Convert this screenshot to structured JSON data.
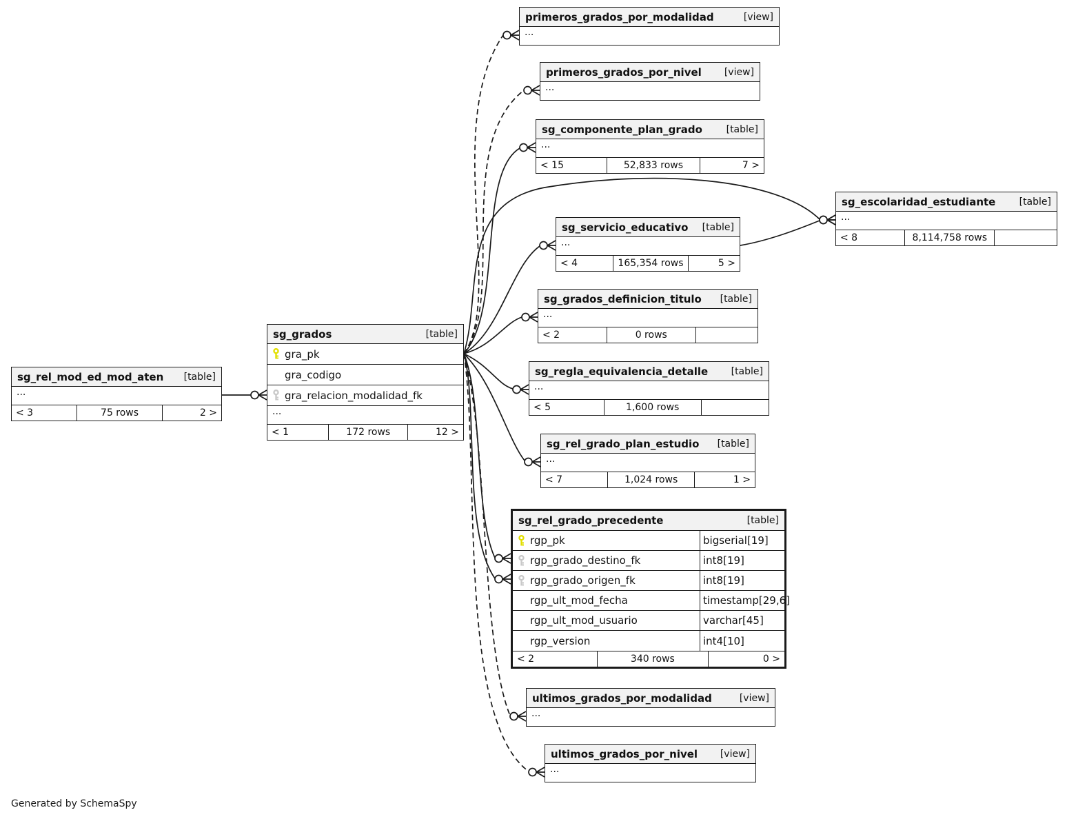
{
  "diagram": {
    "generator_note": "Generated by SchemaSpy",
    "entities": [
      {
        "id": "pgpm",
        "name": "primeros_grados_por_modalidad",
        "tag": "[view]",
        "rows": [
          {
            "type": "ellipsis",
            "text": "..."
          }
        ]
      },
      {
        "id": "pgpn",
        "name": "primeros_grados_por_nivel",
        "tag": "[view]",
        "rows": [
          {
            "type": "ellipsis",
            "text": "..."
          }
        ]
      },
      {
        "id": "scpg",
        "name": "sg_componente_plan_grado",
        "tag": "[table]",
        "rows": [
          {
            "type": "ellipsis",
            "text": "..."
          }
        ],
        "footer": {
          "left": "< 15",
          "center": "52,833 rows",
          "right": "7 >"
        }
      },
      {
        "id": "see",
        "name": "sg_escolaridad_estudiante",
        "tag": "[table]",
        "rows": [
          {
            "type": "ellipsis",
            "text": "..."
          }
        ],
        "footer": {
          "left": "< 8",
          "center": "8,114,758 rows",
          "right": ""
        }
      },
      {
        "id": "sse",
        "name": "sg_servicio_educativo",
        "tag": "[table]",
        "rows": [
          {
            "type": "ellipsis",
            "text": "..."
          }
        ],
        "footer": {
          "left": "< 4",
          "center": "165,354 rows",
          "right": "5 >"
        }
      },
      {
        "id": "sgdt",
        "name": "sg_grados_definicion_titulo",
        "tag": "[table]",
        "rows": [
          {
            "type": "ellipsis",
            "text": "..."
          }
        ],
        "footer": {
          "left": "< 2",
          "center": "0 rows",
          "right": ""
        }
      },
      {
        "id": "sred",
        "name": "sg_regla_equivalencia_detalle",
        "tag": "[table]",
        "rows": [
          {
            "type": "ellipsis",
            "text": "..."
          }
        ],
        "footer": {
          "left": "< 5",
          "center": "1,600 rows",
          "right": ""
        }
      },
      {
        "id": "srgpe",
        "name": "sg_rel_grado_plan_estudio",
        "tag": "[table]",
        "rows": [
          {
            "type": "ellipsis",
            "text": "..."
          }
        ],
        "footer": {
          "left": "< 7",
          "center": "1,024 rows",
          "right": "1 >"
        }
      },
      {
        "id": "srgp",
        "name": "sg_rel_grado_precedente",
        "tag": "[table]",
        "emphasized": true,
        "rows": [
          {
            "type": "column",
            "key": "pk",
            "name": "rgp_pk",
            "datatype": "bigserial[19]"
          },
          {
            "type": "column",
            "key": "fk",
            "name": "rgp_grado_destino_fk",
            "datatype": "int8[19]"
          },
          {
            "type": "column",
            "key": "fk",
            "name": "rgp_grado_origen_fk",
            "datatype": "int8[19]"
          },
          {
            "type": "column",
            "name": "rgp_ult_mod_fecha",
            "datatype": "timestamp[29,6]"
          },
          {
            "type": "column",
            "name": "rgp_ult_mod_usuario",
            "datatype": "varchar[45]"
          },
          {
            "type": "column",
            "name": "rgp_version",
            "datatype": "int4[10]"
          }
        ],
        "footer": {
          "left": "< 2",
          "center": "340 rows",
          "right": "0 >"
        }
      },
      {
        "id": "ugpm",
        "name": "ultimos_grados_por_modalidad",
        "tag": "[view]",
        "rows": [
          {
            "type": "ellipsis",
            "text": "..."
          }
        ]
      },
      {
        "id": "ugpn",
        "name": "ultimos_grados_por_nivel",
        "tag": "[view]",
        "rows": [
          {
            "type": "ellipsis",
            "text": "..."
          }
        ]
      },
      {
        "id": "sg",
        "name": "sg_grados",
        "tag": "[table]",
        "rows": [
          {
            "type": "column",
            "key": "pk",
            "name": "gra_pk"
          },
          {
            "type": "column",
            "name": "gra_codigo"
          },
          {
            "type": "column",
            "key": "fk",
            "name": "gra_relacion_modalidad_fk"
          },
          {
            "type": "ellipsis",
            "text": "..."
          }
        ],
        "footer": {
          "left": "< 1",
          "center": "172 rows",
          "right": "12 >"
        }
      },
      {
        "id": "srmema",
        "name": "sg_rel_mod_ed_mod_aten",
        "tag": "[table]",
        "rows": [
          {
            "type": "ellipsis",
            "text": "..."
          }
        ],
        "footer": {
          "left": "< 3",
          "center": "75 rows",
          "right": "2 >"
        }
      }
    ],
    "relationships": [
      {
        "id": "rel-srmema-sg",
        "from": "sg_rel_mod_ed_mod_aten",
        "to": "sg_grados.gra_relacion_modalidad_fk",
        "style": "solid"
      },
      {
        "id": "rel-sg-pgpm",
        "from": "sg_grados.gra_pk",
        "to": "primeros_grados_por_modalidad",
        "style": "dashed"
      },
      {
        "id": "rel-sg-pgpn",
        "from": "sg_grados.gra_pk",
        "to": "primeros_grados_por_nivel",
        "style": "dashed"
      },
      {
        "id": "rel-sg-scpg",
        "from": "sg_grados.gra_pk",
        "to": "sg_componente_plan_grado",
        "style": "solid"
      },
      {
        "id": "rel-sg-see",
        "from": "sg_grados.gra_pk",
        "to": "sg_escolaridad_estudiante",
        "style": "solid"
      },
      {
        "id": "rel-sse-see",
        "from": "sg_servicio_educativo",
        "to": "sg_escolaridad_estudiante",
        "style": "solid"
      },
      {
        "id": "rel-sg-sse",
        "from": "sg_grados.gra_pk",
        "to": "sg_servicio_educativo",
        "style": "solid"
      },
      {
        "id": "rel-sg-sgdt",
        "from": "sg_grados.gra_pk",
        "to": "sg_grados_definicion_titulo",
        "style": "solid"
      },
      {
        "id": "rel-sg-sred",
        "from": "sg_grados.gra_pk",
        "to": "sg_regla_equivalencia_detalle",
        "style": "solid"
      },
      {
        "id": "rel-sg-srgpe",
        "from": "sg_grados.gra_pk",
        "to": "sg_rel_grado_plan_estudio",
        "style": "solid"
      },
      {
        "id": "rel-sg-srgp-destino",
        "from": "sg_grados.gra_pk",
        "to": "sg_rel_grado_precedente.rgp_grado_destino_fk",
        "style": "solid"
      },
      {
        "id": "rel-sg-srgp-origen",
        "from": "sg_grados.gra_pk",
        "to": "sg_rel_grado_precedente.rgp_grado_origen_fk",
        "style": "solid"
      },
      {
        "id": "rel-sg-ugpm",
        "from": "sg_grados.gra_pk",
        "to": "ultimos_grados_por_modalidad",
        "style": "dashed"
      },
      {
        "id": "rel-sg-ugpn",
        "from": "sg_grados.gra_pk",
        "to": "ultimos_grados_por_nivel",
        "style": "dashed"
      }
    ],
    "key_colors": {
      "primary": "#e2df00",
      "foreign": "#c9c9c9"
    }
  }
}
